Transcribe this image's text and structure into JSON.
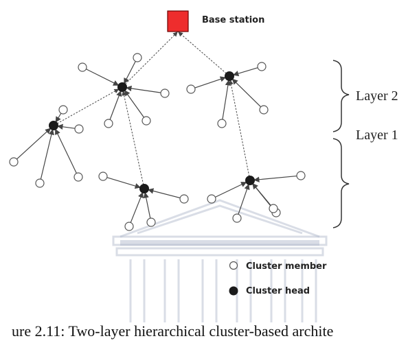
{
  "base_station_label": "Base station",
  "layer2_label": "Layer 2",
  "layer1_label": "Layer 1",
  "legend": {
    "member_label": "Cluster member",
    "head_label": "Cluster head"
  },
  "caption": "ure 2.11: Two-layer hierarchical cluster-based archite",
  "colors": {
    "base_station": "#ee2d2d",
    "cluster_head": "#1a1a1a",
    "edge": "#444444",
    "watermark": "#aab3c8"
  }
}
